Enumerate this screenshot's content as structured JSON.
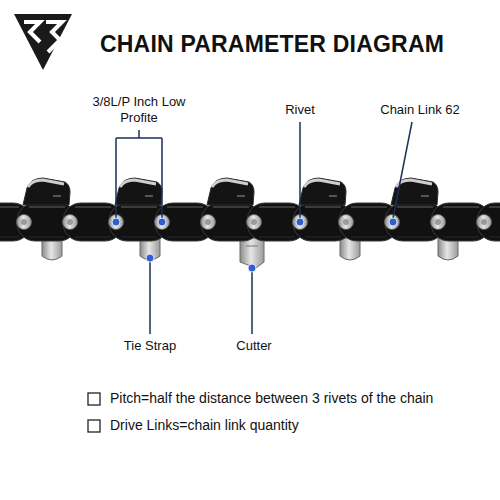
{
  "diagram": {
    "title": "CHAIN PARAMETER DIAGRAM",
    "labels": [
      "3/8L/P Inch Low Profite",
      "Rivet",
      "Chain Link 62",
      "Tie Strap",
      "Cutter",
      "Pitch=half the distance between 3 rivets of the chain",
      "Drive Links=chain link quantity"
    ]
  }
}
